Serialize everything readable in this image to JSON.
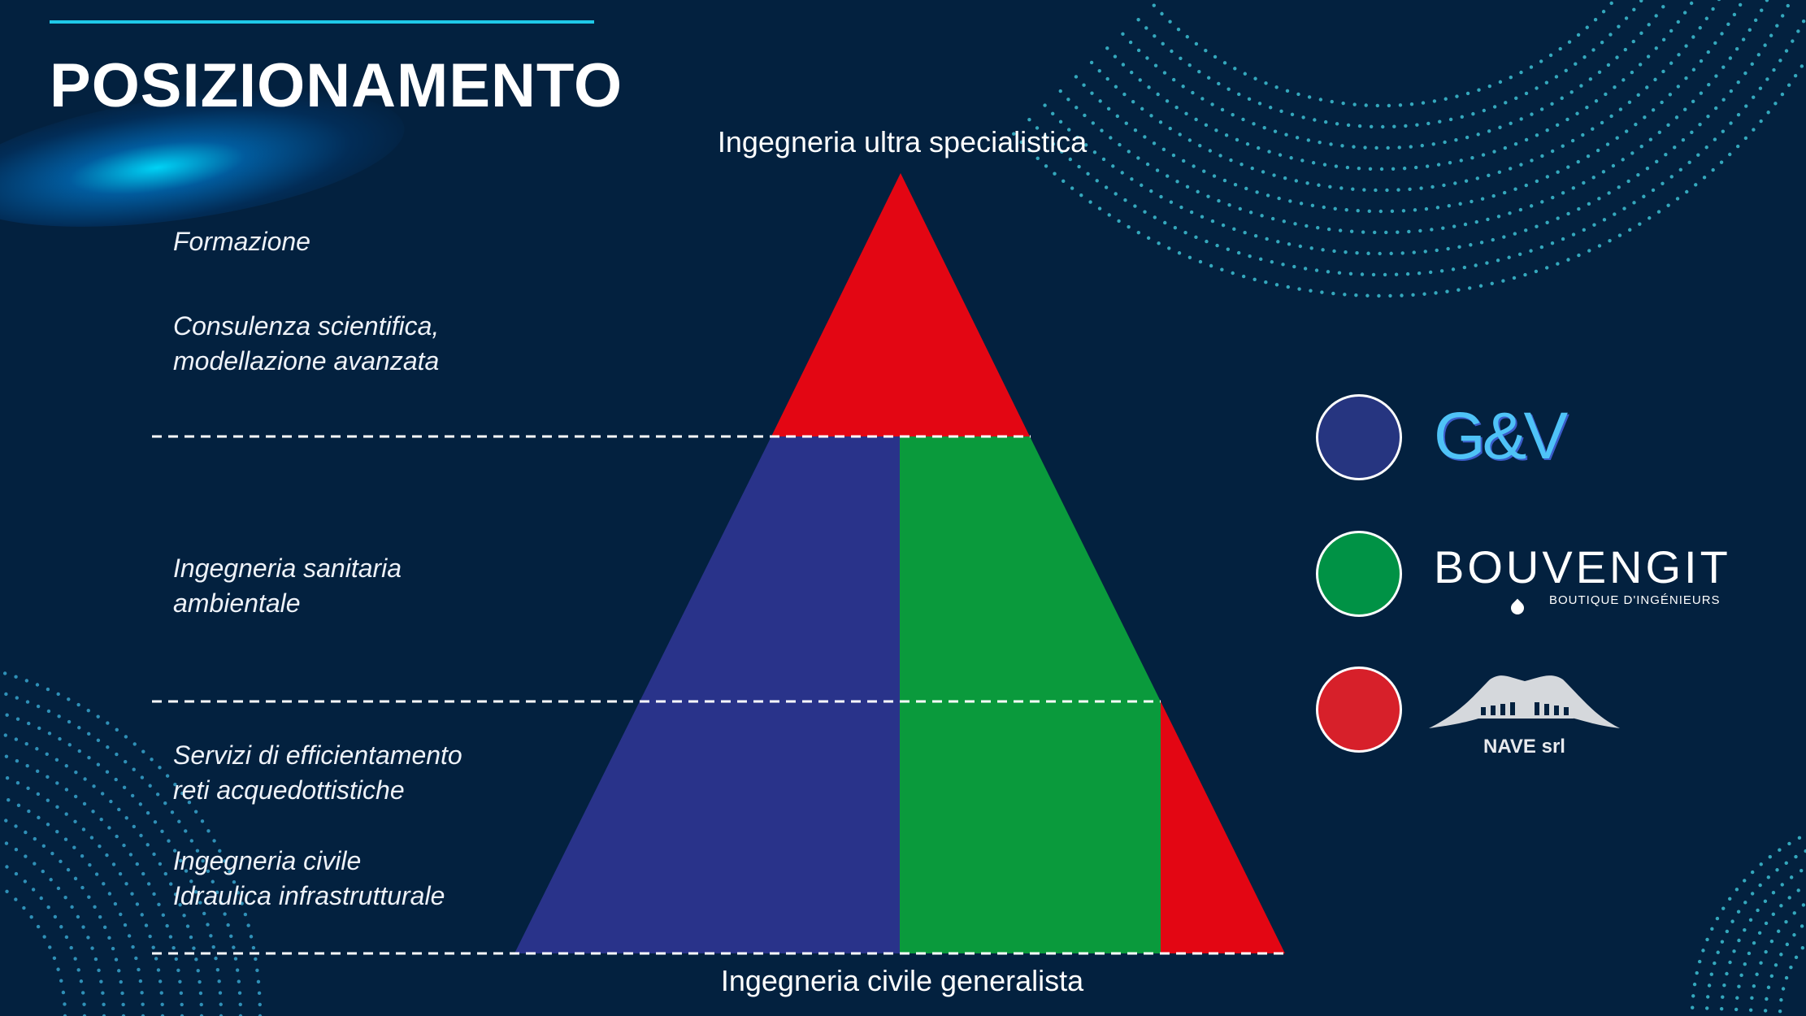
{
  "title": "POSIZIONAMENTO",
  "axis": {
    "top": "Ingegneria ultra specialistica",
    "bottom": "Ingegneria civile generalista"
  },
  "levels": [
    {
      "label": "Formazione"
    },
    {
      "label": "Consulenza scientifica,\nmodellazione avanzata"
    },
    {
      "label": "Ingegneria sanitaria\nambientale"
    },
    {
      "label": "Servizi di efficientamento\nreti acquedottistiche"
    },
    {
      "label": "Ingegneria civile\nIdraulica infrastrutturale"
    }
  ],
  "companies": [
    {
      "name": "G&V",
      "color": "#263580"
    },
    {
      "name": "BOUVENGIT",
      "tagline": "BOUTIQUE D'INGÉNIEURS",
      "color": "#009245"
    },
    {
      "name": "NAVE srl",
      "color": "#d7202a"
    }
  ],
  "colors": {
    "background": "#03213f",
    "accent": "#1fc8e8",
    "pyramid_red": "#e30613",
    "pyramid_blue": "#29338a",
    "pyramid_green": "#0a9a3c"
  }
}
